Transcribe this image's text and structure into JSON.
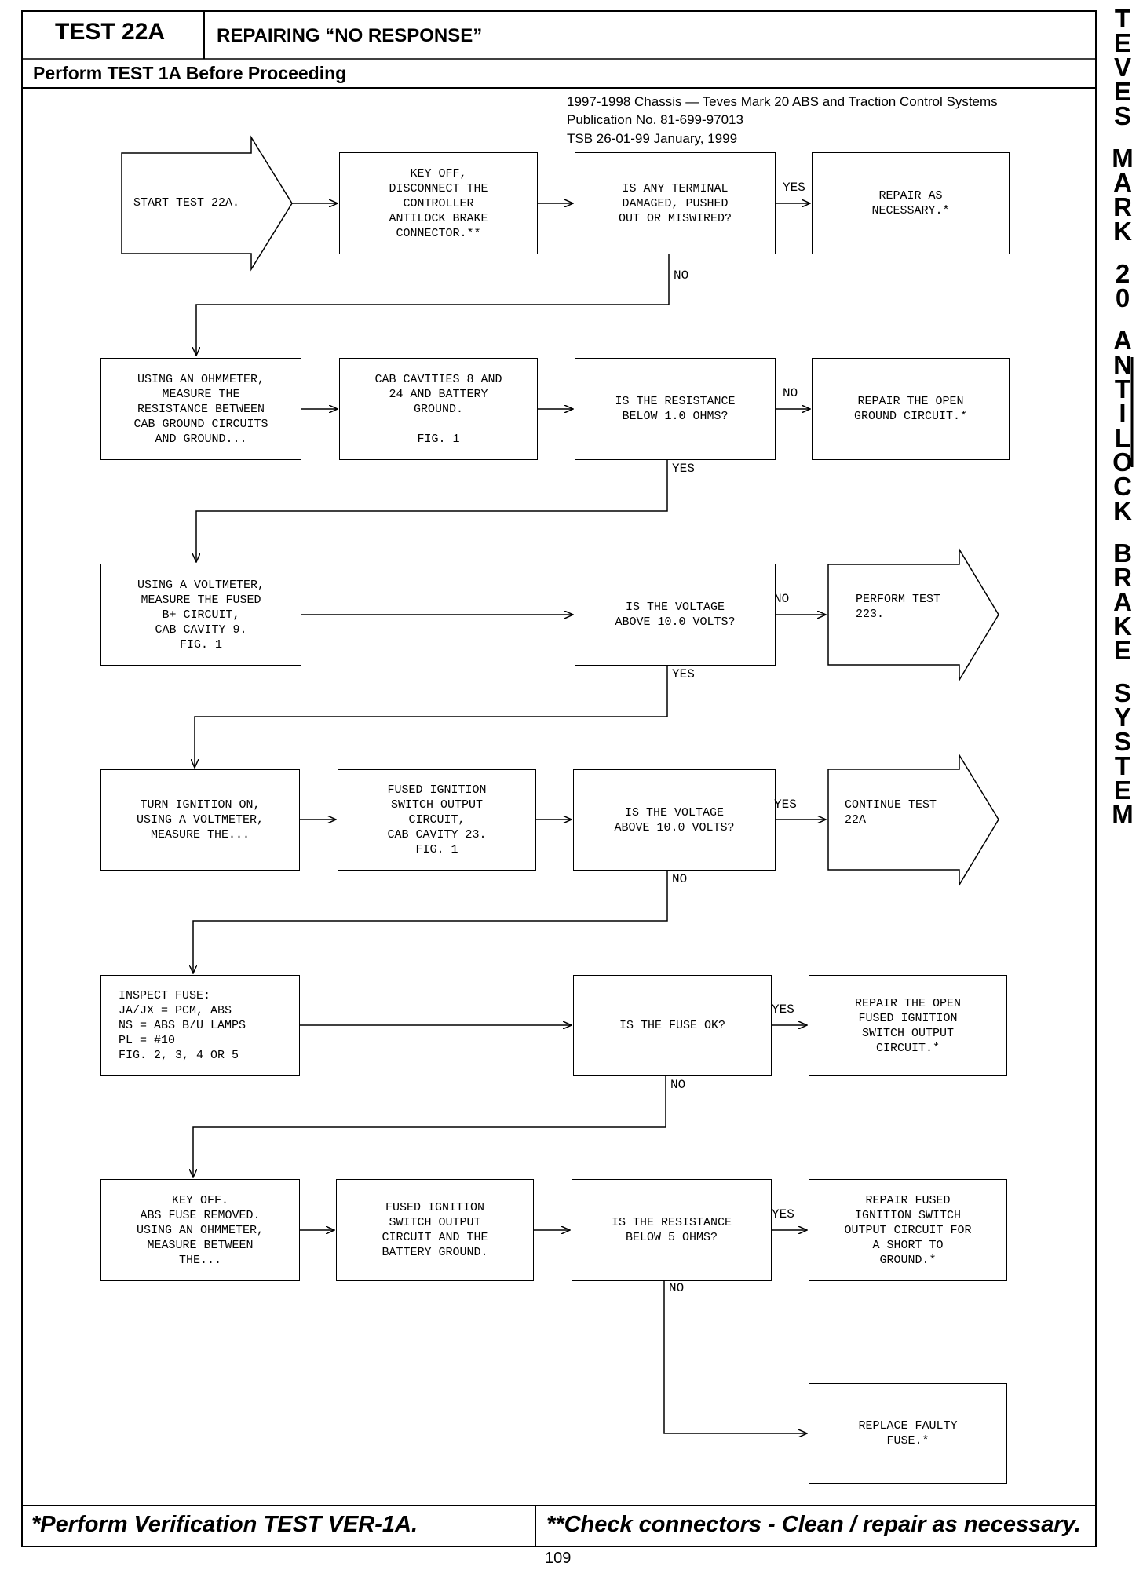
{
  "header": {
    "test_id": "TEST 22A",
    "test_title": "REPAIRING “NO RESPONSE”",
    "prerequisite": "Perform TEST 1A Before Proceeding"
  },
  "publication": {
    "line1": "1997-1998 Chassis — Teves Mark 20 ABS and Traction Control Systems",
    "line2": "Publication No. 81-699-97013",
    "line3": "TSB 26-01-99   January, 1999"
  },
  "flow": {
    "start": "START TEST 22A.",
    "r1_action": "KEY OFF,\nDISCONNECT THE\nCONTROLLER\nANTILOCK BRAKE\nCONNECTOR.**",
    "r1_question": "IS ANY TERMINAL\nDAMAGED, PUSHED\nOUT OR MISWIRED?",
    "r1_yes_result": "REPAIR AS\nNECESSARY.*",
    "r1_yes": "YES",
    "r1_no": "NO",
    "r2_action": "USING AN OHMMETER,\nMEASURE THE\nRESISTANCE BETWEEN\nCAB GROUND CIRCUITS\nAND GROUND...",
    "r2_detail": "CAB CAVITIES 8 AND\n24 AND BATTERY\nGROUND.\n\nFIG. 1",
    "r2_question": "IS THE RESISTANCE\nBELOW 1.0 OHMS?",
    "r2_no_result": "REPAIR THE OPEN\nGROUND CIRCUIT.*",
    "r2_no": "NO",
    "r2_yes": "YES",
    "r3_action": "USING A VOLTMETER,\nMEASURE THE FUSED\nB+ CIRCUIT,\nCAB CAVITY 9.\nFIG. 1",
    "r3_question": "IS THE VOLTAGE\nABOVE 10.0 VOLTS?",
    "r3_no_result": "PERFORM TEST\n223.",
    "r3_no": "NO",
    "r3_yes": "YES",
    "r4_action": "TURN IGNITION ON,\nUSING A VOLTMETER,\nMEASURE THE...",
    "r4_detail": "FUSED IGNITION\nSWITCH OUTPUT\nCIRCUIT,\nCAB CAVITY 23.\nFIG. 1",
    "r4_question": "IS THE VOLTAGE\nABOVE 10.0 VOLTS?",
    "r4_yes_result": "CONTINUE TEST\n22A",
    "r4_yes": "YES",
    "r4_no": "NO",
    "r5_action": "INSPECT FUSE:\nJA/JX = PCM, ABS\nNS = ABS B/U LAMPS\nPL = #10\nFIG. 2, 3, 4 OR 5",
    "r5_question": "IS THE FUSE OK?",
    "r5_yes_result": "REPAIR THE OPEN\nFUSED IGNITION\nSWITCH OUTPUT\nCIRCUIT.*",
    "r5_yes": "YES",
    "r5_no": "NO",
    "r6_action": "KEY OFF.\nABS FUSE REMOVED.\nUSING AN OHMMETER,\nMEASURE BETWEEN\nTHE...",
    "r6_detail": "FUSED IGNITION\nSWITCH OUTPUT\nCIRCUIT AND THE\nBATTERY GROUND.",
    "r6_question": "IS THE RESISTANCE\nBELOW 5 OHMS?",
    "r6_yes_result": "REPAIR FUSED\nIGNITION SWITCH\nOUTPUT CIRCUIT FOR\nA SHORT TO\nGROUND.*",
    "r6_yes": "YES",
    "r6_no": "NO",
    "r7_result": "REPLACE FAULTY\nFUSE.*"
  },
  "footer": {
    "left": "*Perform Verification TEST VER-1A.",
    "right": "**Check connectors - Clean / repair as necessary.",
    "page_number": "109"
  },
  "side_title": [
    "T",
    "E",
    "V",
    "E",
    "S",
    "",
    "M",
    "A",
    "R",
    "K",
    "",
    "2",
    "0",
    "",
    "A",
    "N",
    "T",
    "I",
    "L",
    "O",
    "C",
    "K",
    "",
    "B",
    "R",
    "A",
    "K",
    "E",
    "",
    "S",
    "Y",
    "S",
    "T",
    "E",
    "M"
  ]
}
